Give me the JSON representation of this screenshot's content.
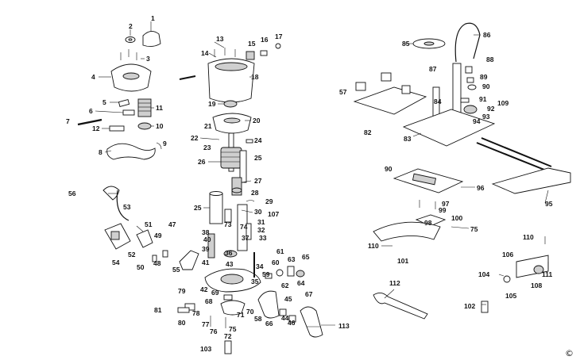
{
  "diagram": {
    "copyright_symbol": "©",
    "labels": [
      "1",
      "2",
      "3",
      "4",
      "5",
      "6",
      "7",
      "8",
      "9",
      "10",
      "11",
      "12",
      "13",
      "14",
      "15",
      "16",
      "17",
      "18",
      "19",
      "20",
      "21",
      "22",
      "23",
      "24",
      "25",
      "26",
      "27",
      "28",
      "29",
      "30",
      "31",
      "32",
      "33",
      "34",
      "35",
      "36",
      "37",
      "38",
      "39",
      "40",
      "41",
      "42",
      "43",
      "44",
      "45",
      "46",
      "47",
      "48",
      "49",
      "50",
      "51",
      "52",
      "53",
      "54",
      "55",
      "56",
      "57",
      "58",
      "59",
      "60",
      "61",
      "62",
      "63",
      "64",
      "65",
      "66",
      "67",
      "68",
      "69",
      "70",
      "71",
      "72",
      "73",
      "74",
      "75",
      "76",
      "77",
      "78",
      "79",
      "80",
      "81",
      "82",
      "83",
      "84",
      "85",
      "86",
      "87",
      "88",
      "89",
      "90",
      "91",
      "92",
      "93",
      "94",
      "95",
      "96",
      "97",
      "98",
      "99",
      "100",
      "101",
      "102",
      "103",
      "104",
      "105",
      "106",
      "107",
      "108",
      "109",
      "110",
      "111",
      "112",
      "113",
      "25",
      "90",
      "75",
      "110"
    ]
  }
}
